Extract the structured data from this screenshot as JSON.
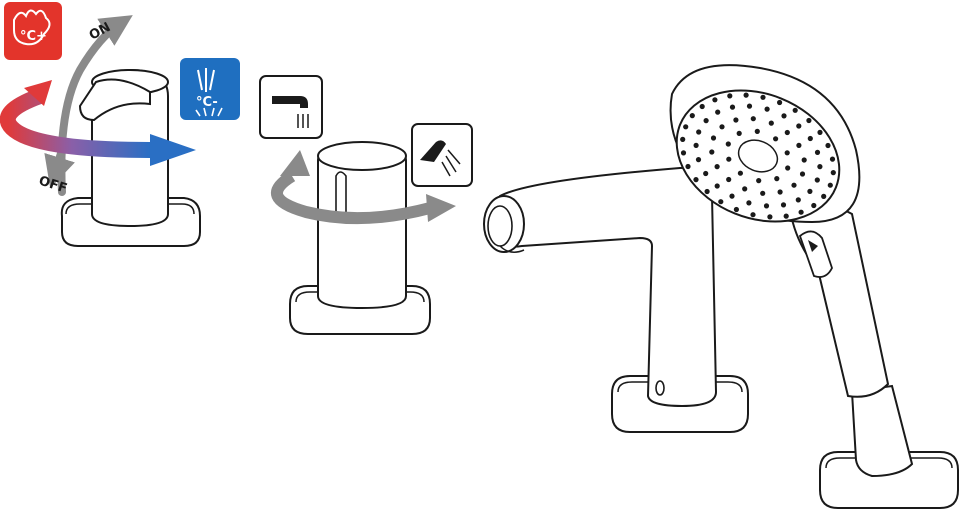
{
  "labels": {
    "on": "ON",
    "off": "OFF",
    "hot_badge": "°C+",
    "cold_badge": "°C-"
  },
  "colors": {
    "hot": "#e3342b",
    "cold": "#1f6fc0",
    "arrow_grey": "#8a8a8a",
    "outline": "#1a1a1a",
    "body": "#ffffff"
  },
  "icons": {
    "hot": "hot-water-icon",
    "cold": "cold-water-icon",
    "spout": "spout-outlet-icon",
    "shower": "hand-shower-outlet-icon"
  }
}
